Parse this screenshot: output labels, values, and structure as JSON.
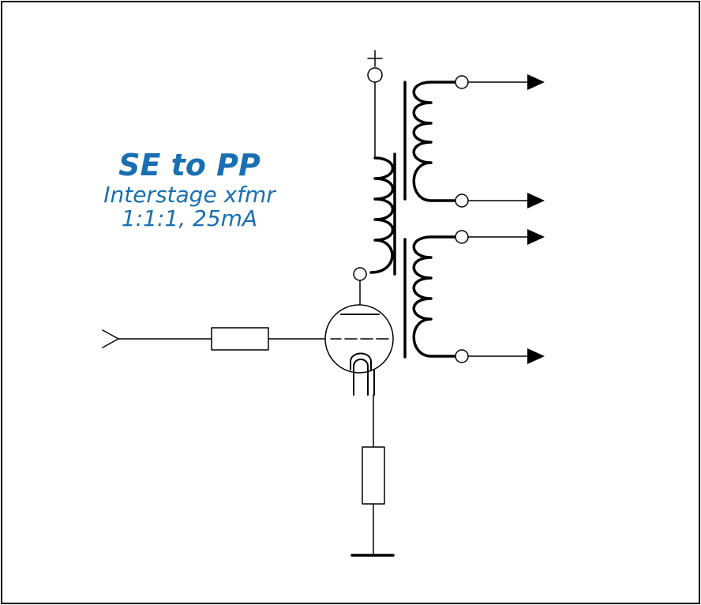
{
  "diagram": {
    "title": "SE to PP",
    "subtitle_line1": "Interstage xfmr",
    "subtitle_line2": "1:1:1, 25mA",
    "supply_label": "+",
    "accent_color": "#1a6fb3"
  }
}
